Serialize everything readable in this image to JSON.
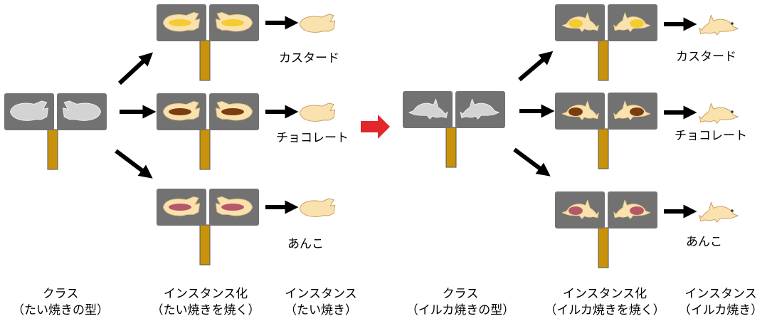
{
  "left": {
    "flavors": [
      "カスタード",
      "チョコレート",
      "あんこ"
    ],
    "captions": {
      "class": [
        "クラス",
        "（たい焼きの型）"
      ],
      "instantiate": [
        "インスタンス化",
        "（たい焼きを焼く）"
      ],
      "instance": [
        "インスタンス",
        "（たい焼き）"
      ]
    }
  },
  "right": {
    "flavors": [
      "カスタード",
      "チョコレート",
      "あんこ"
    ],
    "captions": {
      "class": [
        "クラス",
        "（イルカ焼きの型）"
      ],
      "instantiate": [
        "インスタンス化",
        "（イルカ焼きを焼く）"
      ],
      "instance": [
        "インスタンス",
        "（イルカ焼き）"
      ]
    }
  },
  "colors": {
    "mold": "#727272",
    "handle": "#c8920a",
    "dough": "#f9e2ad",
    "custard": "#f5cc30",
    "chocolate": "#7b3d0f",
    "anko": "#b65869",
    "silver": "#d3d3d3",
    "arrow": "#000000",
    "transition_arrow": "#e3262a"
  }
}
